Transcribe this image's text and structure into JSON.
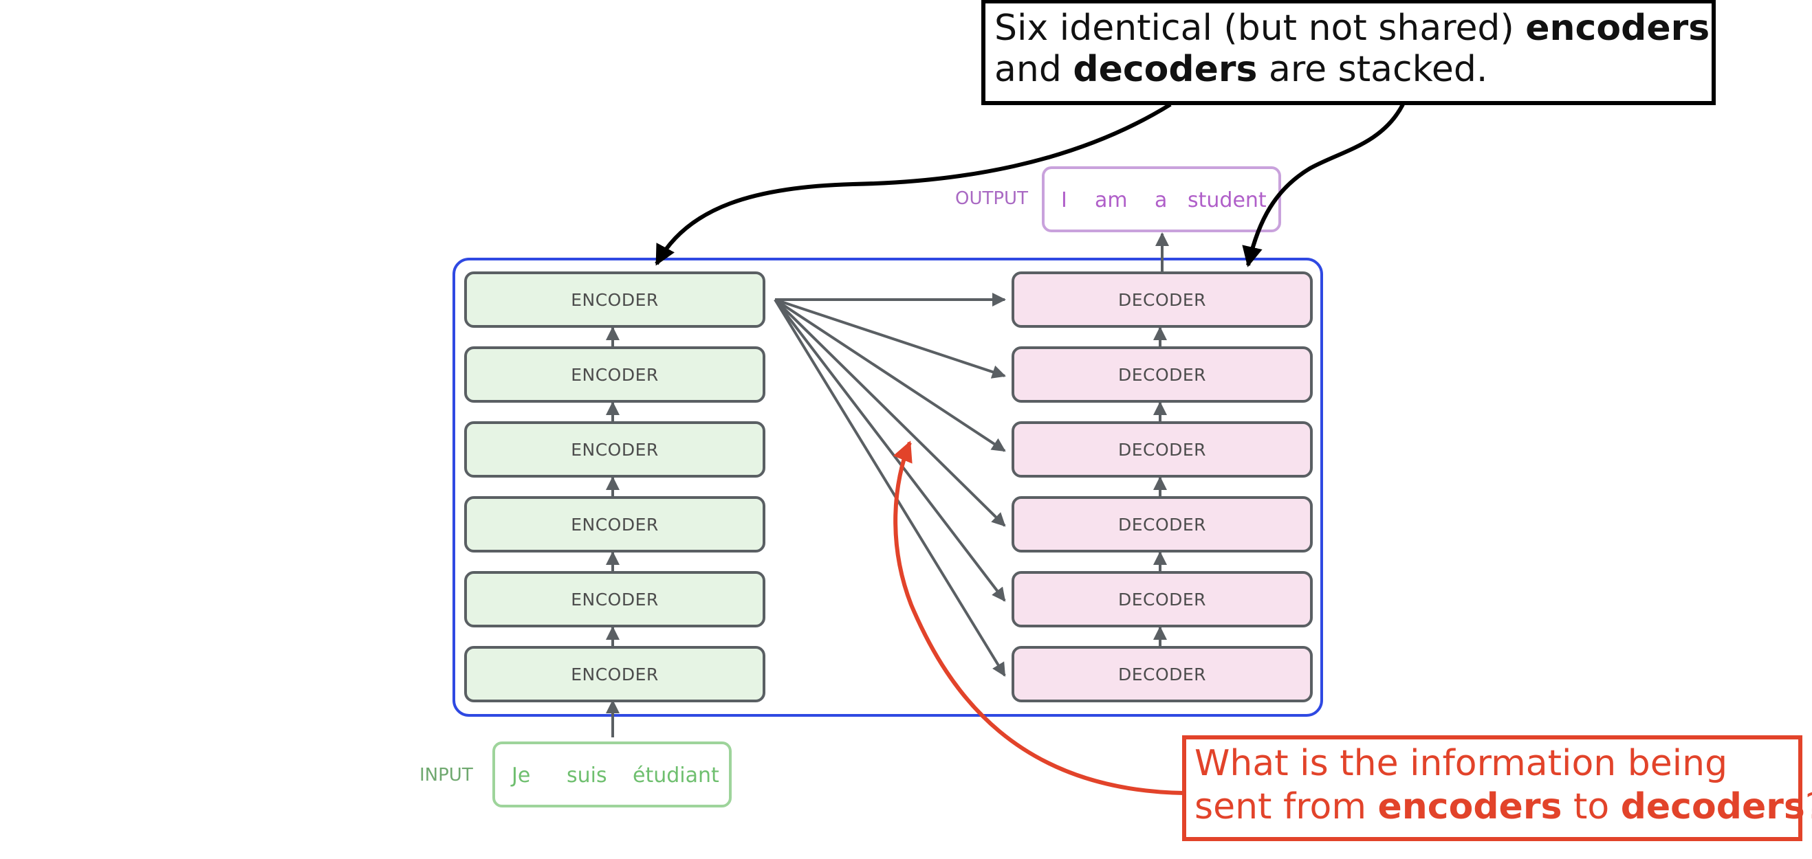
{
  "encoders": {
    "label": "ENCODER",
    "count": 6,
    "fill": "#e6f4e4",
    "stroke": "#5a5f63"
  },
  "decoders": {
    "label": "DECODER",
    "count": 6,
    "fill": "#f8e2ee",
    "stroke": "#5a5f63"
  },
  "stack_frame_color": "#2f49e2",
  "input": {
    "tag": "INPUT",
    "words": [
      "Je",
      "suis",
      "étudiant"
    ],
    "color": "#6fbf6f"
  },
  "output": {
    "tag": "OUTPUT",
    "words": [
      "I",
      "am",
      "a",
      "student"
    ],
    "color": "#b05fc9"
  },
  "callout_top": {
    "line1_prefix": "Six identical (but not shared) ",
    "line1_bold": "encoders",
    "line2_prefix": "and ",
    "line2_bold": "decoders",
    "line2_suffix": " are stacked.",
    "color": "#111111"
  },
  "callout_bottom": {
    "line1": "What is the information being",
    "line2_prefix": "sent from ",
    "line2_bold1": "encoders",
    "line2_mid": " to ",
    "line2_bold2": "decoders",
    "line2_suffix": "?",
    "color": "#e2432a"
  }
}
